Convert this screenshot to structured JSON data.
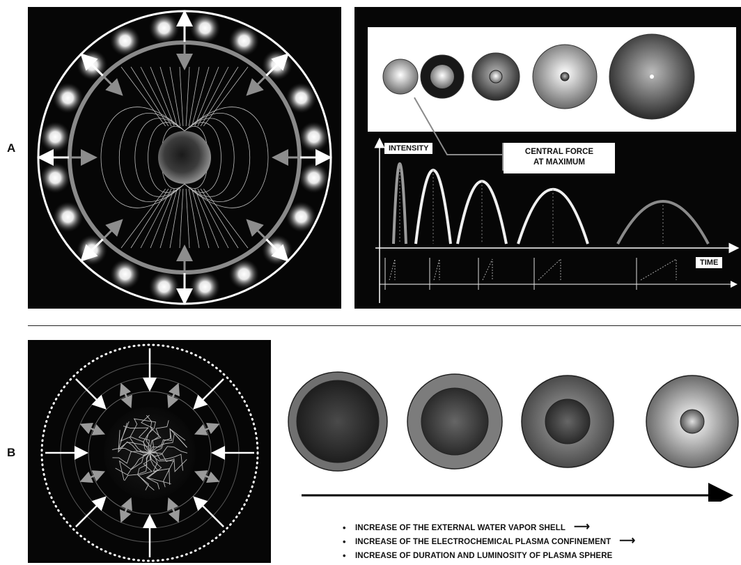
{
  "panels": {
    "a_label": "A",
    "b_label": "B"
  },
  "panel_a": {
    "callout_line1": "CENTRAL FORCE",
    "callout_line2": "AT MAXIMUM",
    "y_axis_label": "INTENSITY",
    "x_axis_label": "TIME",
    "pulse_amplitudes": [
      1.0,
      0.92,
      0.78,
      0.68,
      0.53
    ]
  },
  "panel_b": {
    "bullets": [
      "INCREASE OF THE EXTERNAL WATER VAPOR SHELL",
      "INCREASE OF THE ELECTROCHEMICAL PLASMA CONFINEMENT",
      "INCREASE OF DURATION AND LUMINOSITY OF PLASMA SPHERE"
    ],
    "arrow_glyph": "⟶"
  },
  "colors": {
    "background_dark": "#060606",
    "ring_white": "#ffffff",
    "ring_gray": "#8a8a8a",
    "text_dark": "#111111"
  }
}
